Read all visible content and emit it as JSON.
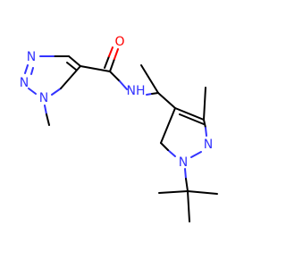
{
  "molecule": {
    "labels": {
      "n1": "N",
      "n2": "N",
      "n3": "N",
      "amide_o": "O",
      "amide_nh": "NH",
      "pz_n2": "N",
      "pz_n1": "N"
    },
    "colors": {
      "carbon": "#000000",
      "nitrogen": "#3333ff",
      "oxygen": "#ff0000",
      "background": "#ffffff"
    }
  }
}
